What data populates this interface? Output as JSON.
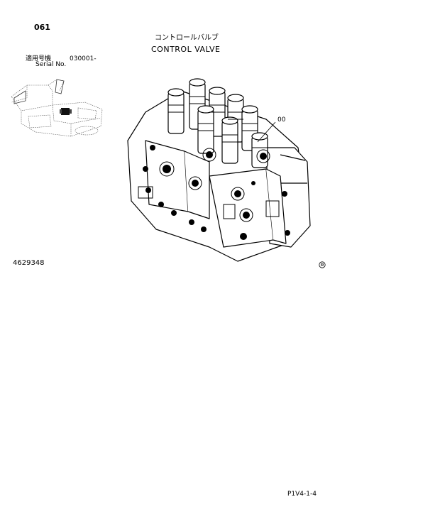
{
  "header": {
    "page_no": "061",
    "title_jp": "コントロールバルブ",
    "title_en": "CONTROL VALVE"
  },
  "serial": {
    "label_jp": "適用号機",
    "value": "030001-",
    "label_en": "Serial No."
  },
  "diagram": {
    "callout": "00"
  },
  "footer": {
    "part_no": "4629348",
    "mark": "-icon:registered-circle",
    "page_ref": "P1V4-1-4"
  }
}
